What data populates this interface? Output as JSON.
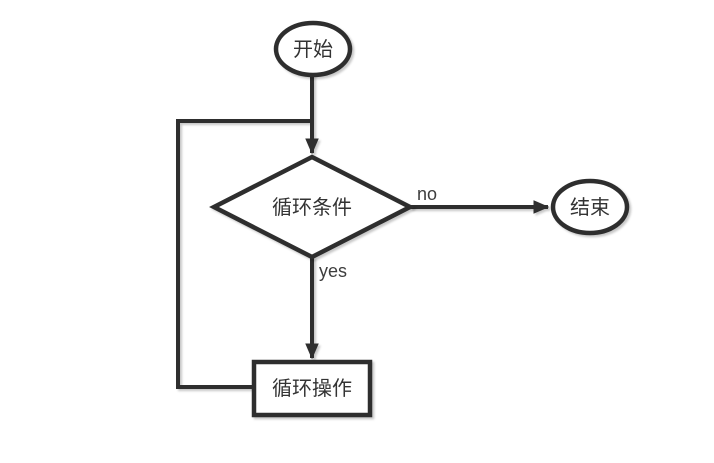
{
  "diagram": {
    "type": "flowchart",
    "background_color": "#ffffff",
    "stroke_color": "#2e2e2e",
    "node_fill_color": "#ffffff",
    "text_color": "#333333",
    "nodes": {
      "start": {
        "label": "开始",
        "shape": "ellipse"
      },
      "condition": {
        "label": "循环条件",
        "shape": "diamond"
      },
      "end": {
        "label": "结束",
        "shape": "ellipse"
      },
      "operation": {
        "label": "循环操作",
        "shape": "rectangle"
      }
    },
    "edges": {
      "start_to_condition": {
        "from": "start",
        "to": "condition",
        "label": ""
      },
      "condition_to_end": {
        "from": "condition",
        "to": "end",
        "label": "no"
      },
      "condition_to_operation": {
        "from": "condition",
        "to": "operation",
        "label": "yes"
      },
      "operation_loopback": {
        "from": "operation",
        "to": "start_to_condition",
        "label": ""
      }
    }
  }
}
